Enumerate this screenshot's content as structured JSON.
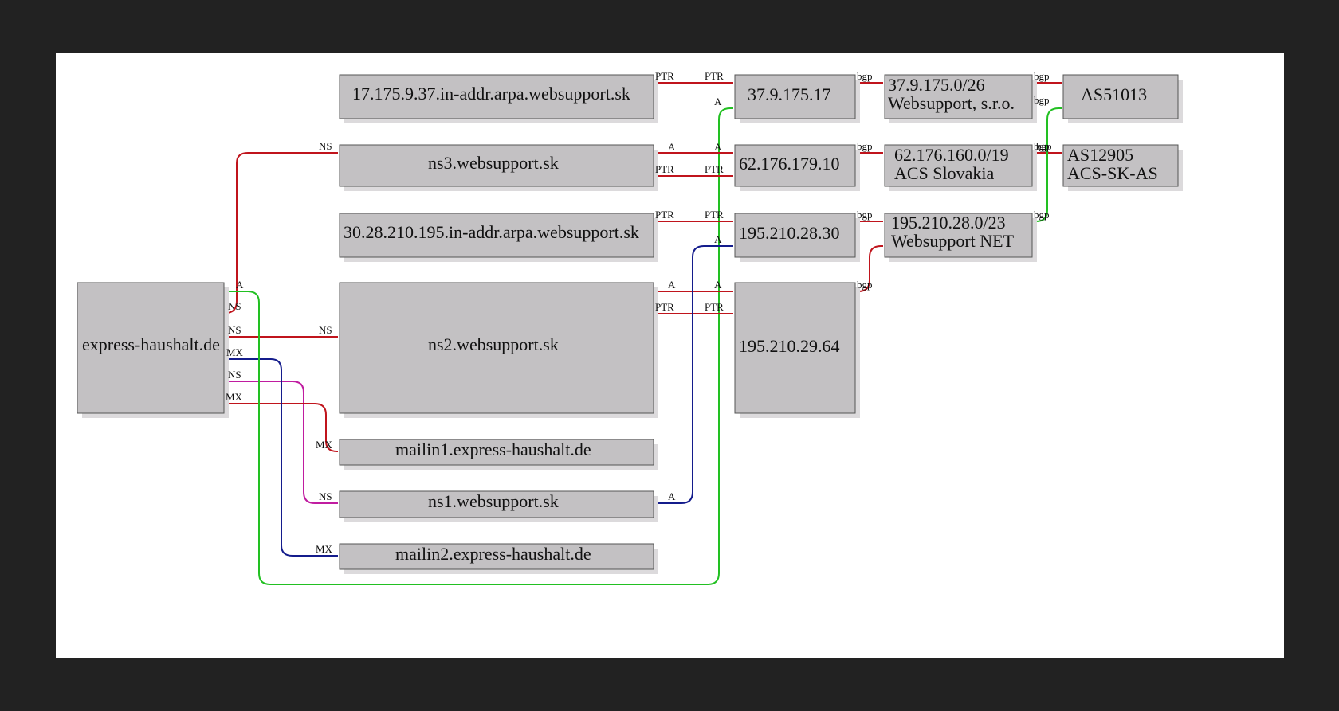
{
  "colors": {
    "red": "#c0141c",
    "green": "#22c022",
    "blue": "#141c8c",
    "magenta": "#c01ca0"
  },
  "nodes": {
    "n_domain": [
      "express-haushalt.de"
    ],
    "n_ptr37": [
      "17.175.9.37.in-addr.arpa.websupport.sk"
    ],
    "n_ns3": [
      "ns3.websupport.sk"
    ],
    "n_ptr195": [
      "30.28.210.195.in-addr.arpa.websupport.sk"
    ],
    "n_ns2": [
      "ns2.websupport.sk"
    ],
    "n_mailin1": [
      "mailin1.express-haushalt.de"
    ],
    "n_ns1": [
      "ns1.websupport.sk"
    ],
    "n_mailin2": [
      "mailin2.express-haushalt.de"
    ],
    "n_ip37": [
      "37.9.175.17"
    ],
    "n_ip62": [
      "62.176.179.10"
    ],
    "n_ip195_30": [
      "195.210.28.30"
    ],
    "n_ip195_64": [
      "195.210.29.64"
    ],
    "n_net37": [
      "37.9.175.0/26",
      "Websupport, s.r.o."
    ],
    "n_net62": [
      "62.176.160.0/19",
      "ACS Slovakia"
    ],
    "n_net195": [
      "195.210.28.0/23",
      "Websupport NET"
    ],
    "n_as51013": [
      "AS51013"
    ],
    "n_as12905": [
      "AS12905",
      "ACS-SK-AS"
    ]
  },
  "edges": [
    {
      "id": "e_ns3",
      "color": "red",
      "labels": [
        "NS",
        "NS"
      ]
    },
    {
      "id": "e_ns2",
      "color": "red",
      "labels": [
        "NS",
        "NS"
      ]
    },
    {
      "id": "e_ns1",
      "color": "magenta",
      "labels": [
        "NS",
        "NS"
      ]
    },
    {
      "id": "e_mx1",
      "color": "red",
      "labels": [
        "MX",
        "MX"
      ]
    },
    {
      "id": "e_mx2",
      "color": "blue",
      "labels": [
        "MX",
        "MX"
      ]
    },
    {
      "id": "e_a_domain",
      "color": "green",
      "labels": [
        "A",
        "A"
      ]
    },
    {
      "id": "e_ptr37",
      "color": "red",
      "labels": [
        "PTR",
        "PTR"
      ]
    },
    {
      "id": "e_ns3_a",
      "color": "red",
      "labels": [
        "A",
        "A"
      ]
    },
    {
      "id": "e_ns3_ptr",
      "color": "red",
      "labels": [
        "PTR",
        "PTR"
      ]
    },
    {
      "id": "e_ptr195",
      "color": "red",
      "labels": [
        "PTR",
        "PTR"
      ]
    },
    {
      "id": "e_ns2_a",
      "color": "red",
      "labels": [
        "A",
        "A"
      ]
    },
    {
      "id": "e_ns2_ptr",
      "color": "red",
      "labels": [
        "PTR",
        "PTR"
      ]
    },
    {
      "id": "e_ns1_a",
      "color": "blue",
      "labels": [
        "A",
        "A"
      ]
    },
    {
      "id": "e_bgp37",
      "color": "red",
      "labels": [
        "bgp"
      ]
    },
    {
      "id": "e_bgp62",
      "color": "red",
      "labels": [
        "bgp"
      ]
    },
    {
      "id": "e_bgp195_30",
      "color": "red",
      "labels": [
        "bgp"
      ]
    },
    {
      "id": "e_bgp195_64",
      "color": "red",
      "labels": [
        "bgp"
      ]
    },
    {
      "id": "e_as37",
      "color": "red",
      "labels": [
        "bgp"
      ]
    },
    {
      "id": "e_as62",
      "color": "red",
      "labels": [
        "bgp",
        "bgp"
      ]
    },
    {
      "id": "e_as195",
      "color": "green",
      "labels": [
        "bgp",
        "bgp"
      ]
    }
  ]
}
